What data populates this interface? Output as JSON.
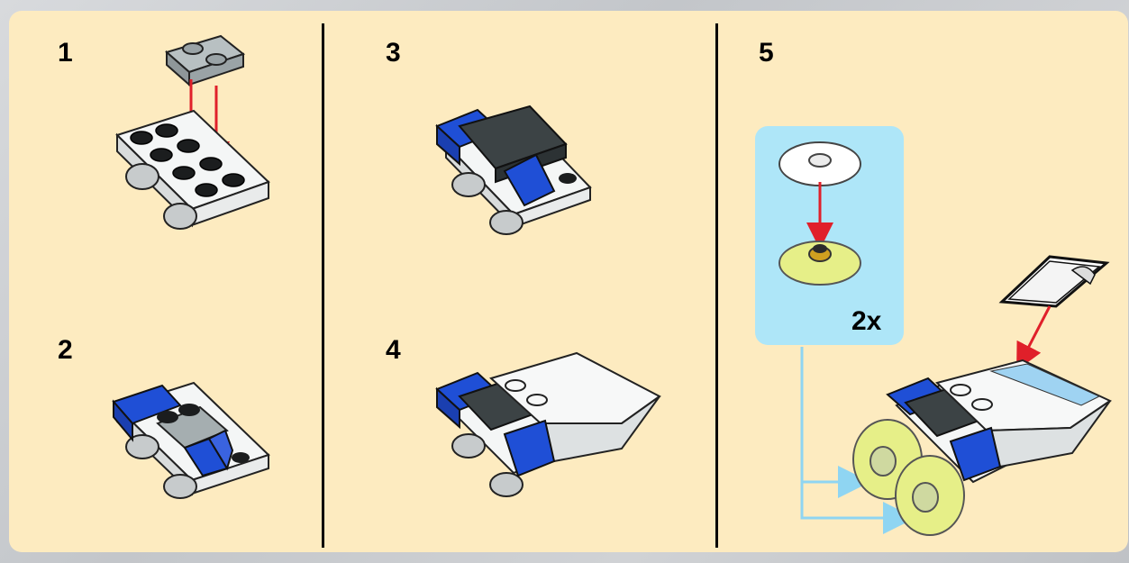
{
  "steps": [
    {
      "number": "1"
    },
    {
      "number": "2"
    },
    {
      "number": "3"
    },
    {
      "number": "4"
    },
    {
      "number": "5"
    }
  ],
  "callout": {
    "multiplier": "2x"
  },
  "colors": {
    "panel": "#fdebc0",
    "callout": "#aee6f8",
    "brick_blue": "#1f4fd6",
    "brick_white": "#ffffff",
    "brick_dark_gray": "#3c4345",
    "plate_gray": "#9aa3a6",
    "wheel_yellow": "#e6ef88",
    "arrow_red": "#e0202a",
    "guide_blue": "#8fd5f2"
  },
  "icons": [
    "gray-plate-icon",
    "chassis-icon",
    "wheel-icon",
    "sticker-icon",
    "down-arrow-icon"
  ]
}
